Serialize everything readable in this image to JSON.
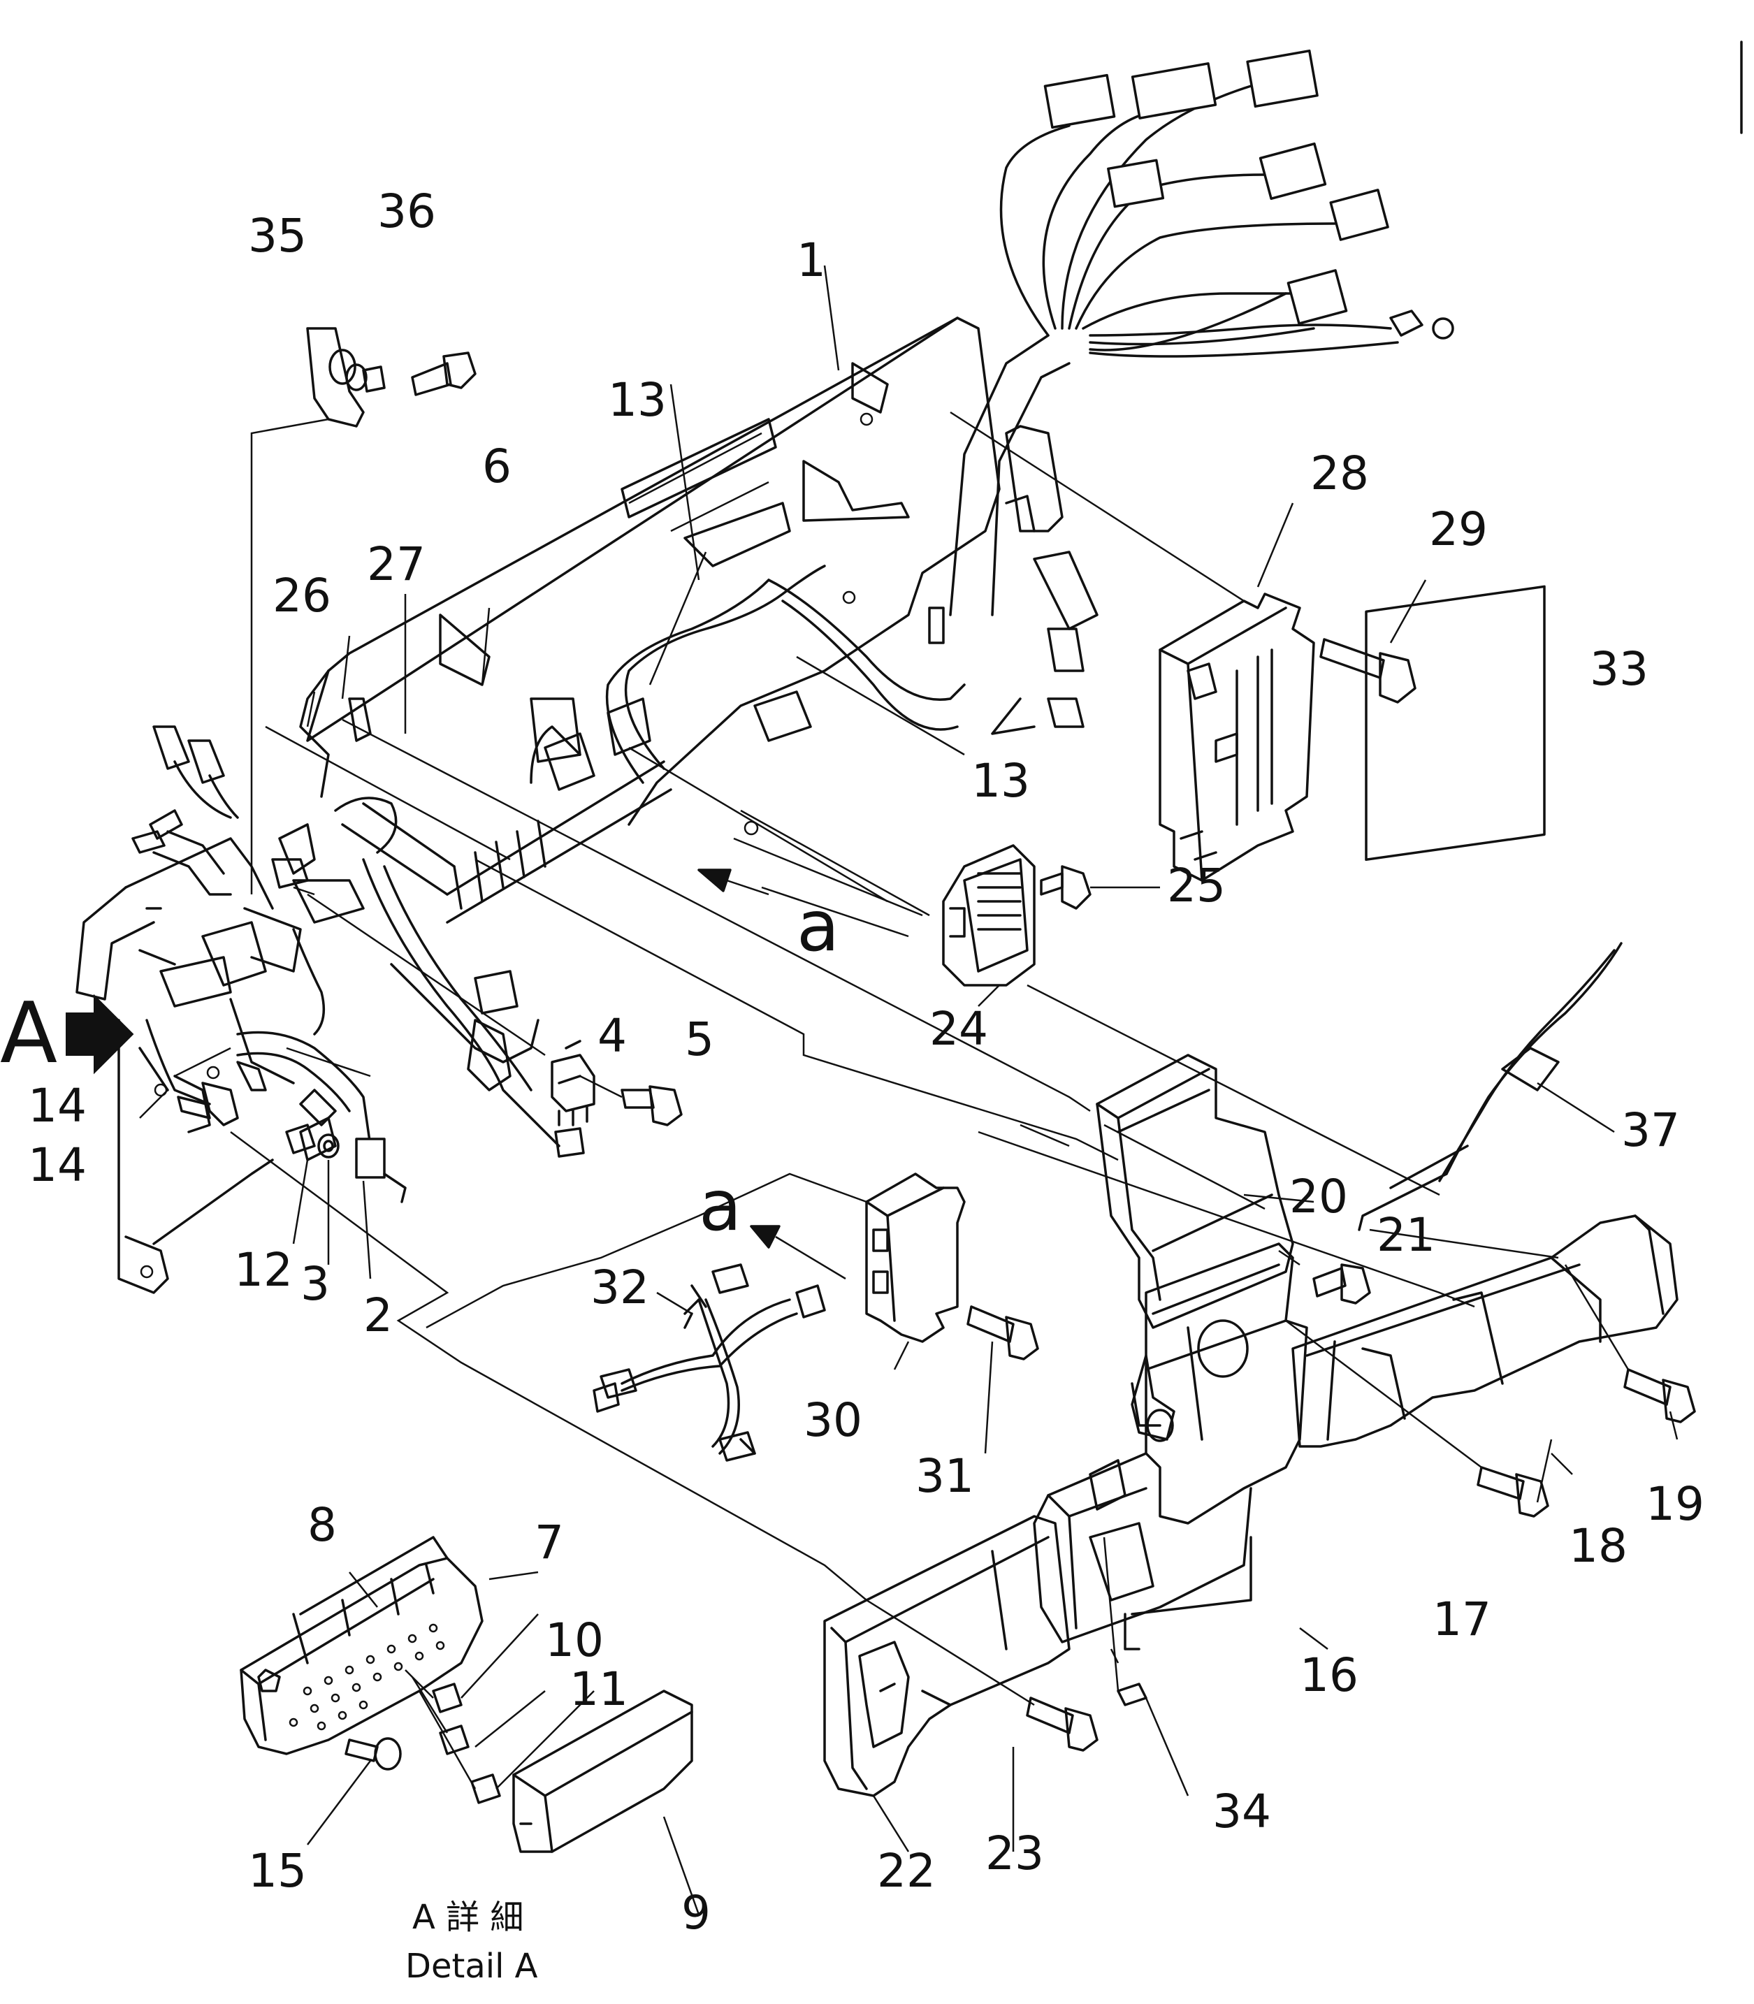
{
  "diagram": {
    "detail_caption_jp": "A 詳 細",
    "detail_caption_en": "Detail A",
    "view_marker": "A",
    "connector_marker": "a",
    "callouts": {
      "c1": "1",
      "c2": "2",
      "c3": "3",
      "c4": "4",
      "c5": "5",
      "c6": "6",
      "c7": "7",
      "c8": "8",
      "c9": "9",
      "c10": "10",
      "c11": "11",
      "c12": "12",
      "c13": "13",
      "c14": "14",
      "c15": "15",
      "c16": "16",
      "c17": "17",
      "c18": "18",
      "c19": "19",
      "c20": "20",
      "c21": "21",
      "c22": "22",
      "c23": "23",
      "c24": "24",
      "c25": "25",
      "c26": "26",
      "c27": "27",
      "c28": "28",
      "c29": "29",
      "c30": "30",
      "c31": "31",
      "c32": "32",
      "c33": "33",
      "c34": "34",
      "c35": "35",
      "c36": "36",
      "c37": "37"
    }
  }
}
